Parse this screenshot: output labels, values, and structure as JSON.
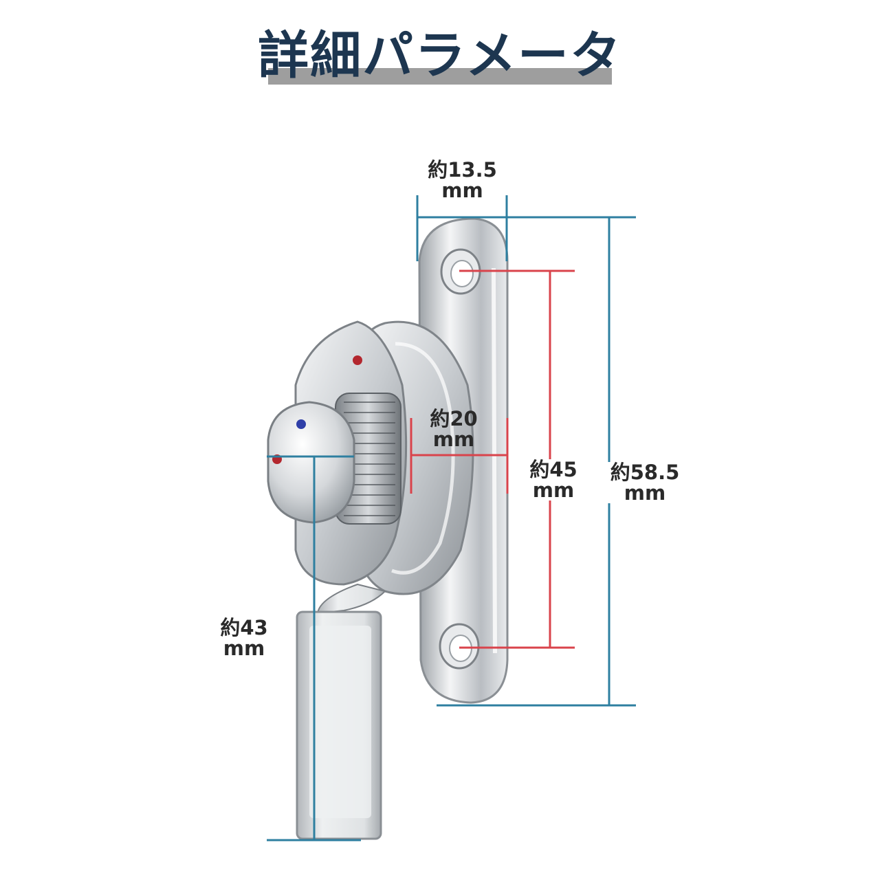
{
  "header": {
    "title": "詳細パラメータ"
  },
  "dimensions": {
    "top_width": {
      "prefix": "約13.5",
      "unit": "mm"
    },
    "knob_depth": {
      "prefix": "約20",
      "unit": "mm"
    },
    "hole_pitch": {
      "prefix": "約45",
      "unit": "mm"
    },
    "total_height": {
      "prefix": "約58.5",
      "unit": "mm"
    },
    "lever_length": {
      "prefix": "約43",
      "unit": "mm"
    }
  },
  "colors": {
    "title_text": "#1d3650",
    "title_bar": "#9e9e9e",
    "teal_line": "#2e7fa0",
    "red_line": "#d9434b",
    "metal": "#c8ccd0"
  }
}
